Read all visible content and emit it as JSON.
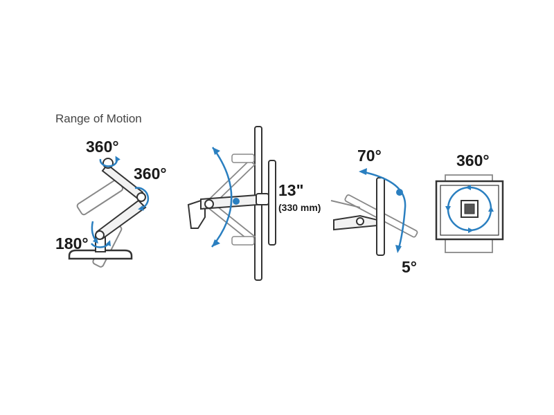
{
  "title": "Range of Motion",
  "colors": {
    "arrow": "#2a7fc0",
    "outline": "#333333",
    "ghost": "#888888",
    "fill": "#f2f2f2"
  },
  "panel1": {
    "top_label": "360°",
    "right_label": "360°",
    "bottom_label": "180°"
  },
  "panel2": {
    "height_label": "13\"",
    "height_sub": "(330 mm)"
  },
  "panel3": {
    "tilt_up_label": "70°",
    "tilt_down_label": "5°"
  },
  "panel4": {
    "rotate_label": "360°"
  }
}
